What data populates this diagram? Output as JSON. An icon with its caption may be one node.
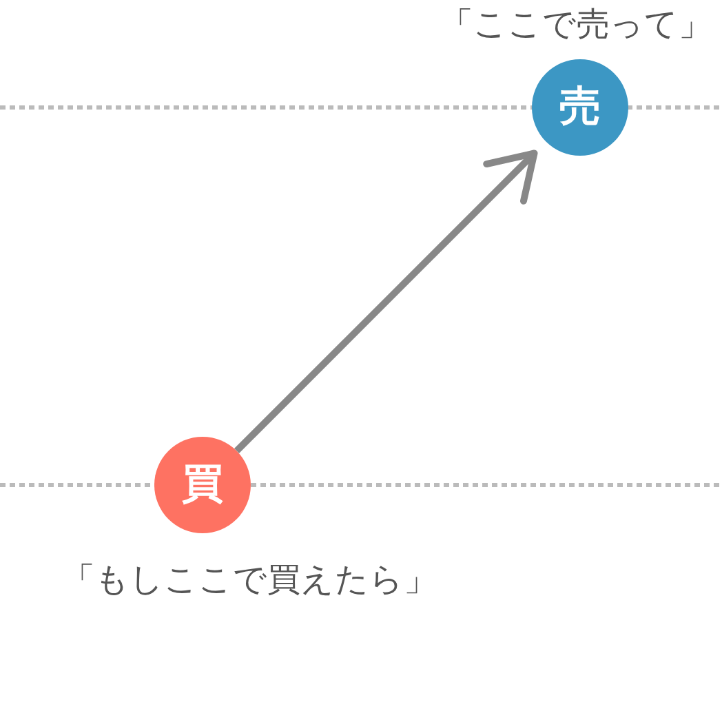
{
  "diagram": {
    "nodes": [
      {
        "text": [
          "売"
        ],
        "beside": [
          "「ここで売って」"
        ]
      },
      {
        "text": [
          "買"
        ],
        "beside": [
          "「もしここで買えたら」"
        ]
      }
    ],
    "edges": [
      {
        "from": 1,
        "to": 0,
        "arrow": "to"
      }
    ]
  }
}
